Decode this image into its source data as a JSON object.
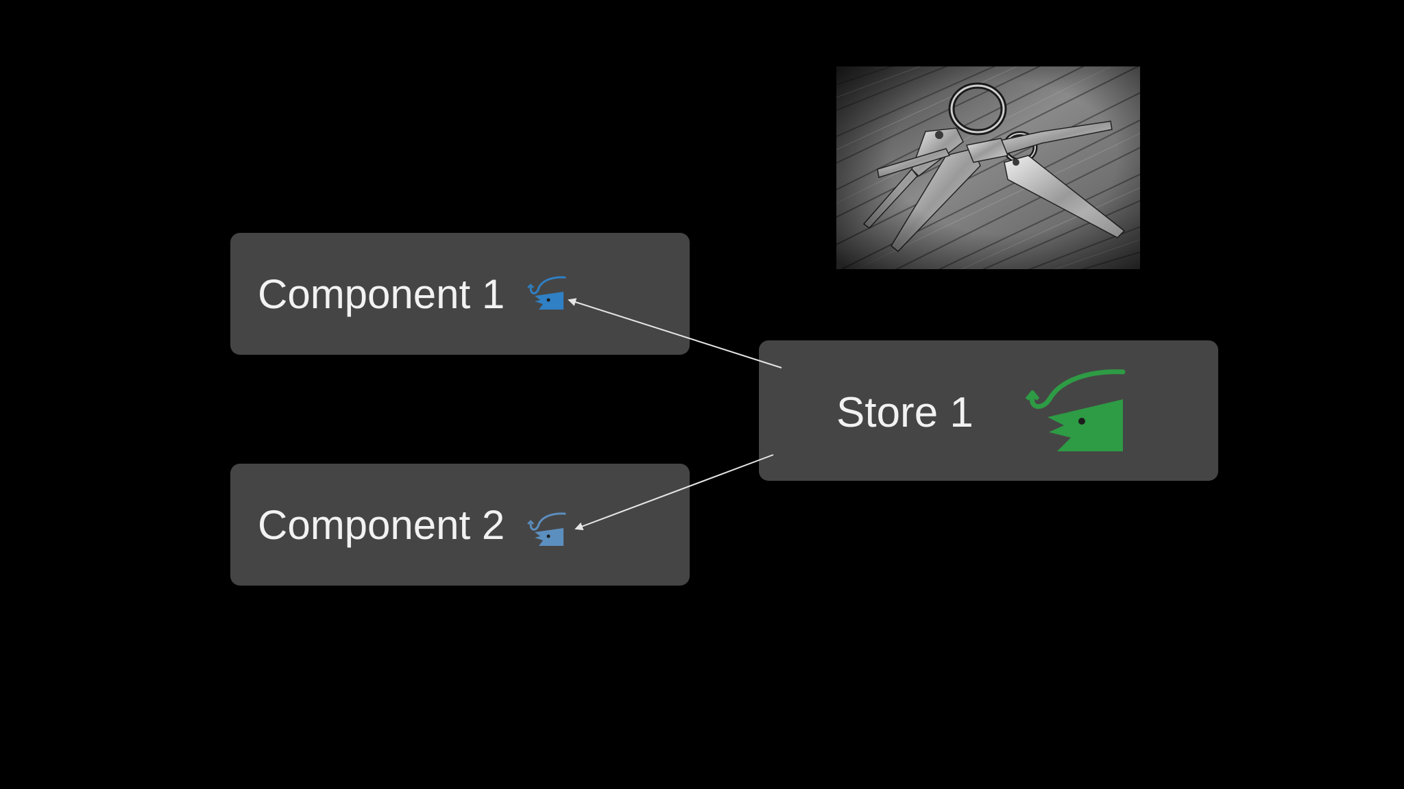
{
  "diagram": {
    "components": [
      {
        "label": "Component 1",
        "icon": "fish-hook-icon",
        "icon_color": "#2f80c4"
      },
      {
        "label": "Component 2",
        "icon": "fish-hook-icon",
        "icon_color": "#5b8fbf"
      }
    ],
    "store": {
      "label": "Store 1",
      "icon": "fish-hook-icon",
      "icon_color": "#2e9b45"
    },
    "arrow_color": "#e6e6e6",
    "box_color": "#464545",
    "background": "#000000"
  },
  "photo": {
    "subject": "keys-photo"
  }
}
